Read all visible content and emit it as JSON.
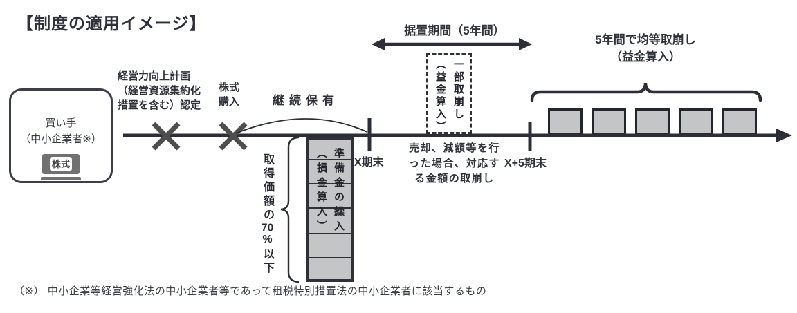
{
  "title": "【制度の適用イメージ】",
  "colors": {
    "ink": "#2c2f37",
    "gray": "#c4c5c7",
    "xmark": "#4e4e4e",
    "badge": "#717171"
  },
  "buyer": {
    "label": "買い手\n（中小企業者※）",
    "badge": "株式"
  },
  "labels": {
    "plan_certification": "経営力向上計画\n（経営資源集約化\n措置を含む）認定",
    "stock_purchase": "株式\n購入",
    "continuous_holding": "継続保有",
    "x_term_end": "X期末",
    "x5_term_end": "X+5期末",
    "grace_period": "据置期間（5年間）",
    "partial_release": "一部取崩し\n（益金算入）",
    "sale_note": "売却、減額等を行\nった場合、対応す\nる金額の取崩し",
    "equal_release": "5年間で均等取崩し\n（益金算入）",
    "reserve_bar": "準備金の繰入\n（損金算入）",
    "acquisition": {
      "part1": "取得価額の",
      "part2": "70",
      "part3": "%以下"
    }
  },
  "footnote": "（※） 中小企業等経営強化法の中小企業者等であって租税特別措置法の中小企業者に該当するもの"
}
